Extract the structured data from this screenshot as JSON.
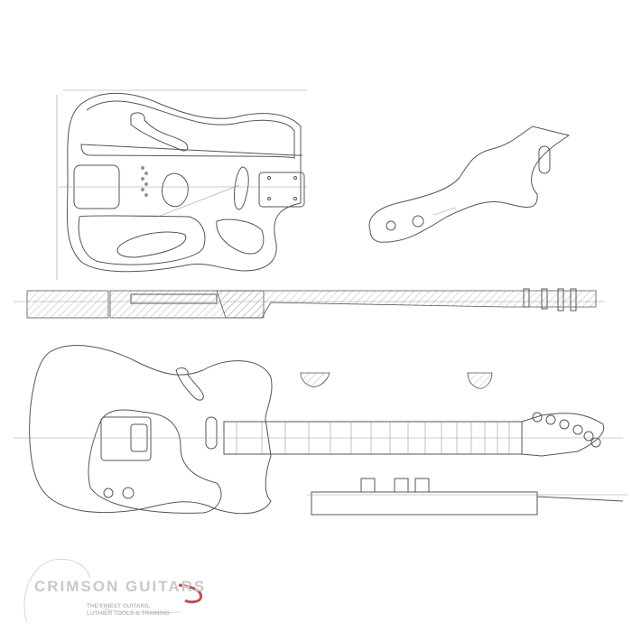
{
  "logo": {
    "name": "CRIMSON GUITARS",
    "tagline_1": "THE FINEST GUITARS,",
    "tagline_2": "LUTHIER TOOLS & TRAINING",
    "accent_color": "#c0504d"
  }
}
